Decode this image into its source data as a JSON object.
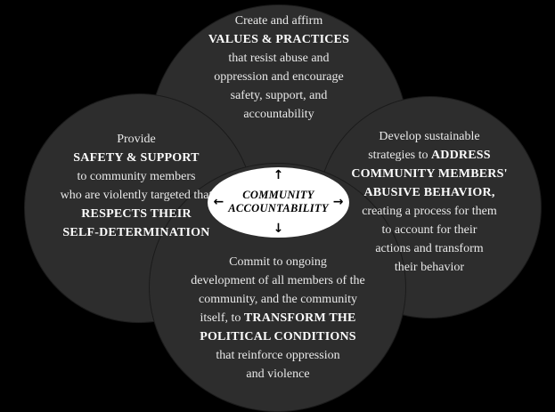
{
  "colors": {
    "background": "#000000",
    "circle_fill": "#2d2d2d",
    "circle_text": "#eaeaea",
    "center_fill": "#ffffff",
    "center_text": "#000000"
  },
  "center": {
    "line1": "COMMUNITY",
    "line2": "ACCOUNTABILITY",
    "arrows": {
      "up": "↑",
      "down": "↓",
      "left": "←",
      "right": "→"
    }
  },
  "circles": {
    "top": {
      "lines": [
        {
          "text": "Create and affirm"
        },
        {
          "text": "VALUES & PRACTICES"
        },
        {
          "text": "that resist abuse and"
        },
        {
          "text": "oppression and encourage"
        },
        {
          "text": "safety, support, and"
        },
        {
          "text": "accountability"
        }
      ]
    },
    "left": {
      "lines": [
        {
          "text": "Provide"
        },
        {
          "text": "SAFETY & SUPPORT"
        },
        {
          "text": "to community members"
        },
        {
          "text": "who are violently targeted that"
        },
        {
          "text": "RESPECTS THEIR"
        },
        {
          "text": "SELF-DETERMINATION"
        }
      ]
    },
    "right": {
      "lines": [
        {
          "text": "Develop sustainable"
        },
        {
          "parts": [
            {
              "text": "strategies to "
            },
            {
              "text": "ADDRESS"
            }
          ]
        },
        {
          "text": "COMMUNITY MEMBERS'"
        },
        {
          "text": "ABUSIVE BEHAVIOR,"
        },
        {
          "text": "creating a process for them"
        },
        {
          "text": "to account for their"
        },
        {
          "text": "actions and transform"
        },
        {
          "text": "their behavior"
        }
      ]
    },
    "bottom": {
      "lines": [
        {
          "text": "Commit to ongoing"
        },
        {
          "text": "development of all members of the"
        },
        {
          "text": "community, and the community"
        },
        {
          "parts": [
            {
              "text": "itself, to "
            },
            {
              "text": "TRANSFORM THE"
            }
          ]
        },
        {
          "text": "POLITICAL CONDITIONS"
        },
        {
          "text": "that reinforce oppression"
        },
        {
          "text": "and violence"
        }
      ]
    }
  }
}
